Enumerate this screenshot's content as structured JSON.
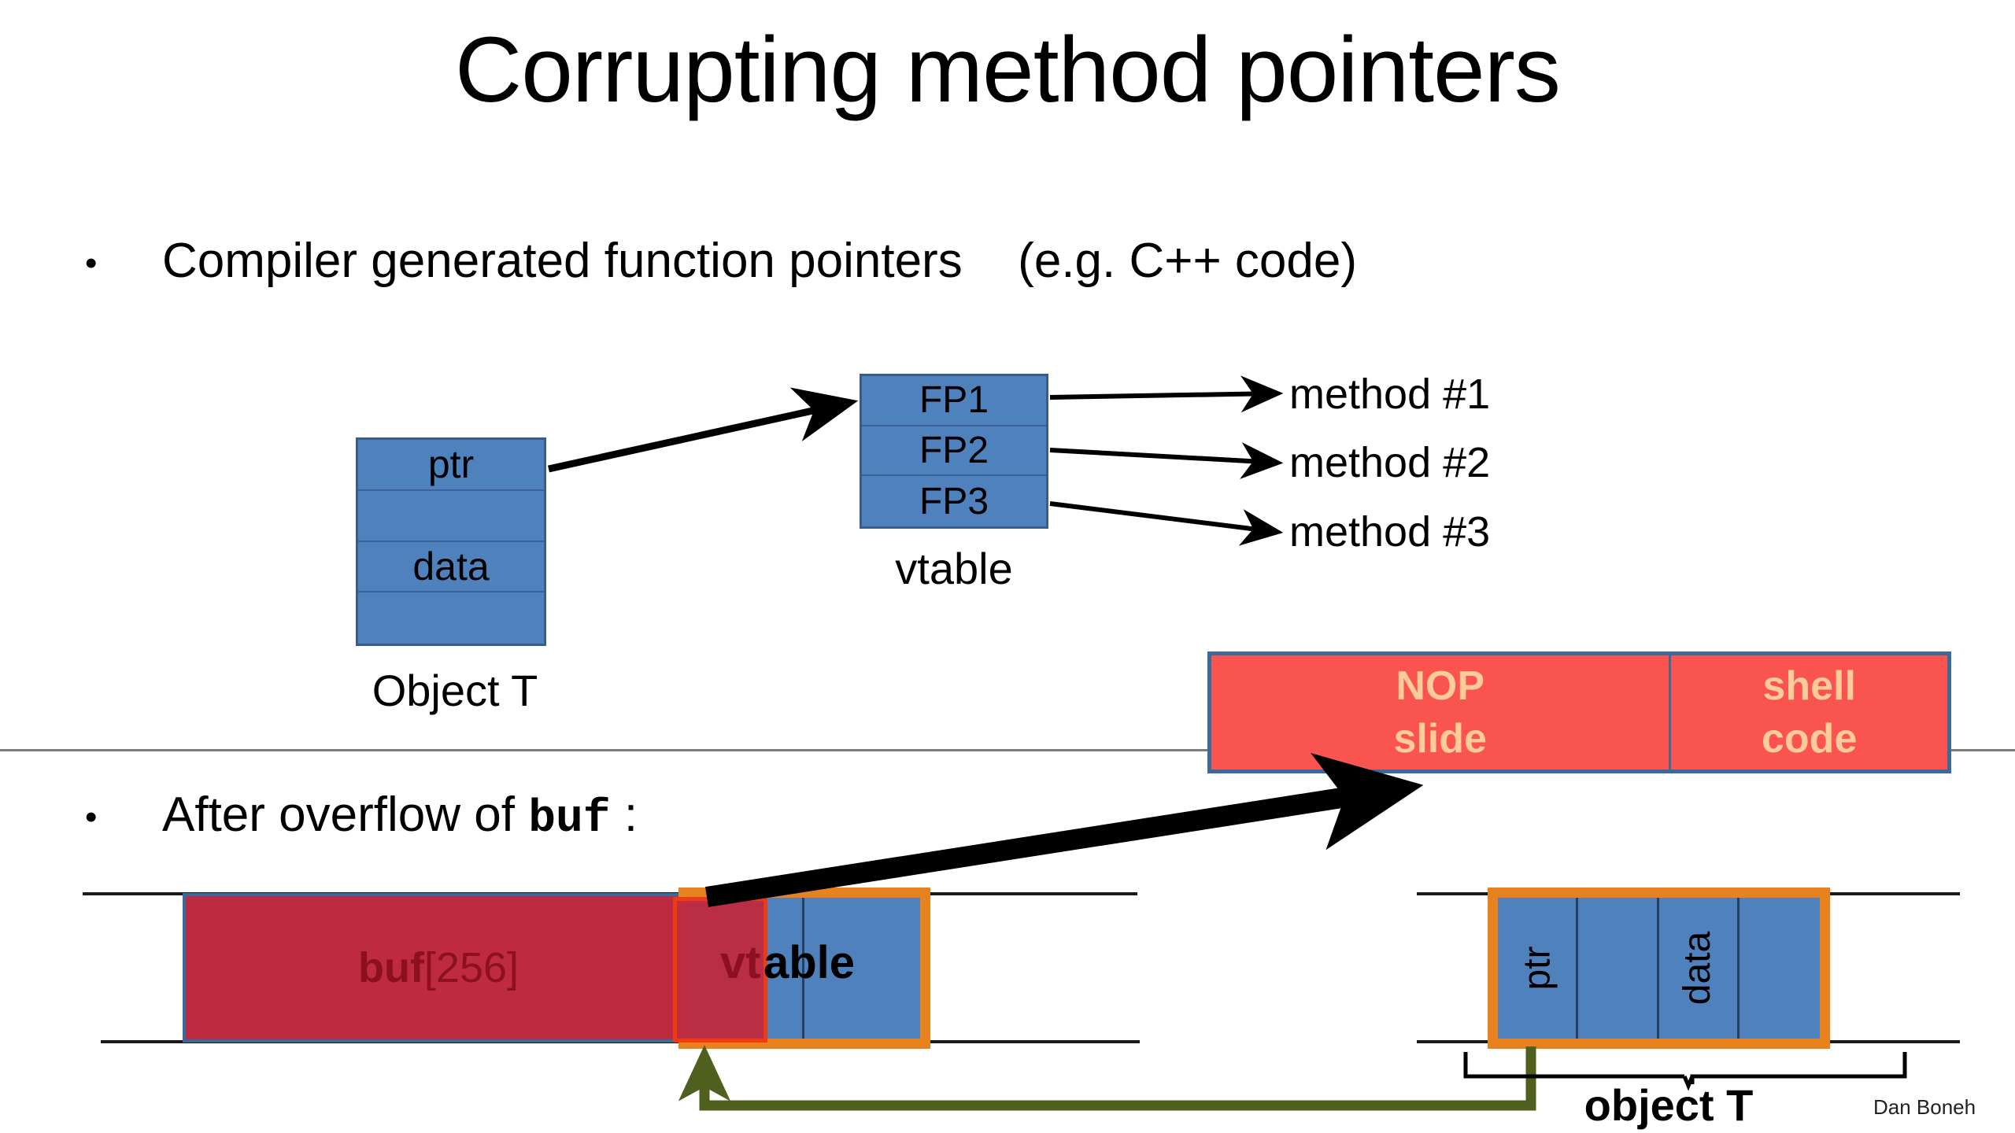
{
  "slide": {
    "title": "Corrupting method pointers",
    "footer": "Dan Boneh"
  },
  "bullets": [
    {
      "marker": "•",
      "text": "Compiler generated function pointers",
      "note": "(e.g.  C++ code)"
    },
    {
      "marker": "•",
      "text_before": "After overflow of ",
      "code": "buf",
      "text_after": " :"
    }
  ],
  "top_diagram": {
    "object": {
      "label": "Object  T",
      "cells": [
        "ptr",
        "",
        "data",
        ""
      ]
    },
    "vtable": {
      "label": "vtable",
      "cells": [
        "FP1",
        "FP2",
        "FP3"
      ]
    },
    "methods": [
      "method #1",
      "method #2",
      "method #3"
    ]
  },
  "payload": {
    "nop_slide": {
      "line1": "NOP",
      "line2": "slide"
    },
    "shell_code": {
      "line1": "shell",
      "line2": "code"
    }
  },
  "bottom_diagram": {
    "buf": {
      "name": "buf",
      "index": "[256]"
    },
    "vtable_overwrite": {
      "prefix": "vt",
      "suffix": "able"
    },
    "object": {
      "label": "object T",
      "cells": [
        "ptr",
        "",
        "data",
        ""
      ]
    }
  },
  "colors": {
    "blue_fill": "#4F81BD",
    "blue_border": "#385D8A",
    "red_fill": "#FA5450",
    "red_text": "#FFCC99",
    "dark_red": "#BE2B40",
    "pink": "#FA6A66",
    "orange": "#E8821E",
    "green": "#4F5F1E",
    "divider": "#7D7D7D"
  }
}
